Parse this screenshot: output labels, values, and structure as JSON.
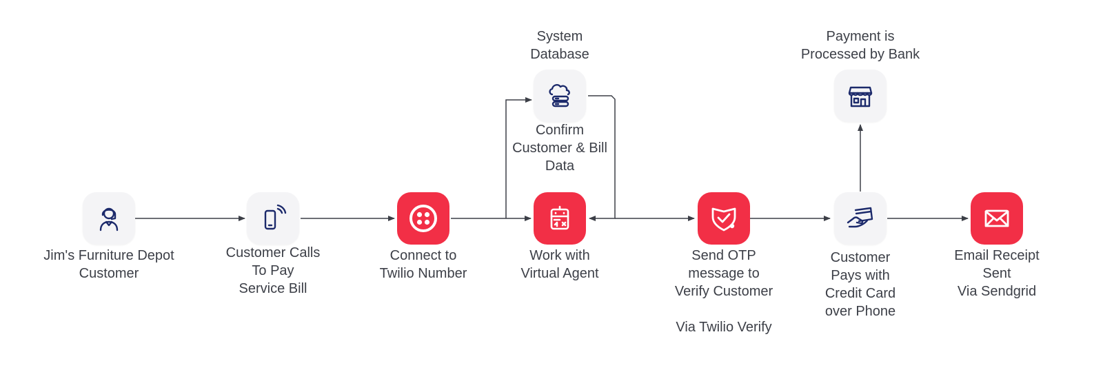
{
  "colors": {
    "accent": "#f22f46",
    "tile": "#f4f4f6",
    "icon_dark": "#1c2a6b",
    "arrow": "#3c3f47"
  },
  "nodes": {
    "customer": {
      "label": "Jim's Furniture Depot\nCustomer",
      "icon": "woman-headset-icon"
    },
    "calls": {
      "label": "Customer Calls\nTo Pay\nService Bill",
      "icon": "phone-signal-icon"
    },
    "twilio": {
      "label": "Connect to\nTwilio Number",
      "icon": "twilio-logo-icon"
    },
    "agent": {
      "label": "Work with\nVirtual Agent",
      "icon": "robot-icon"
    },
    "database": {
      "title": "System\nDatabase",
      "label": "Confirm\nCustomer & Bill\nData",
      "icon": "cloud-database-icon"
    },
    "otp": {
      "label": "Send OTP\nmessage to\nVerify Customer\n\nVia Twilio Verify",
      "icon": "verify-check-icon"
    },
    "pay": {
      "label": "Customer\nPays with\nCredit Card\nover Phone",
      "icon": "hand-card-icon"
    },
    "bank": {
      "title": "Payment is\nProcessed by Bank",
      "icon": "bank-store-icon"
    },
    "email": {
      "label": "Email Receipt Sent\nVia Sendgrid",
      "icon": "envelope-icon"
    }
  }
}
